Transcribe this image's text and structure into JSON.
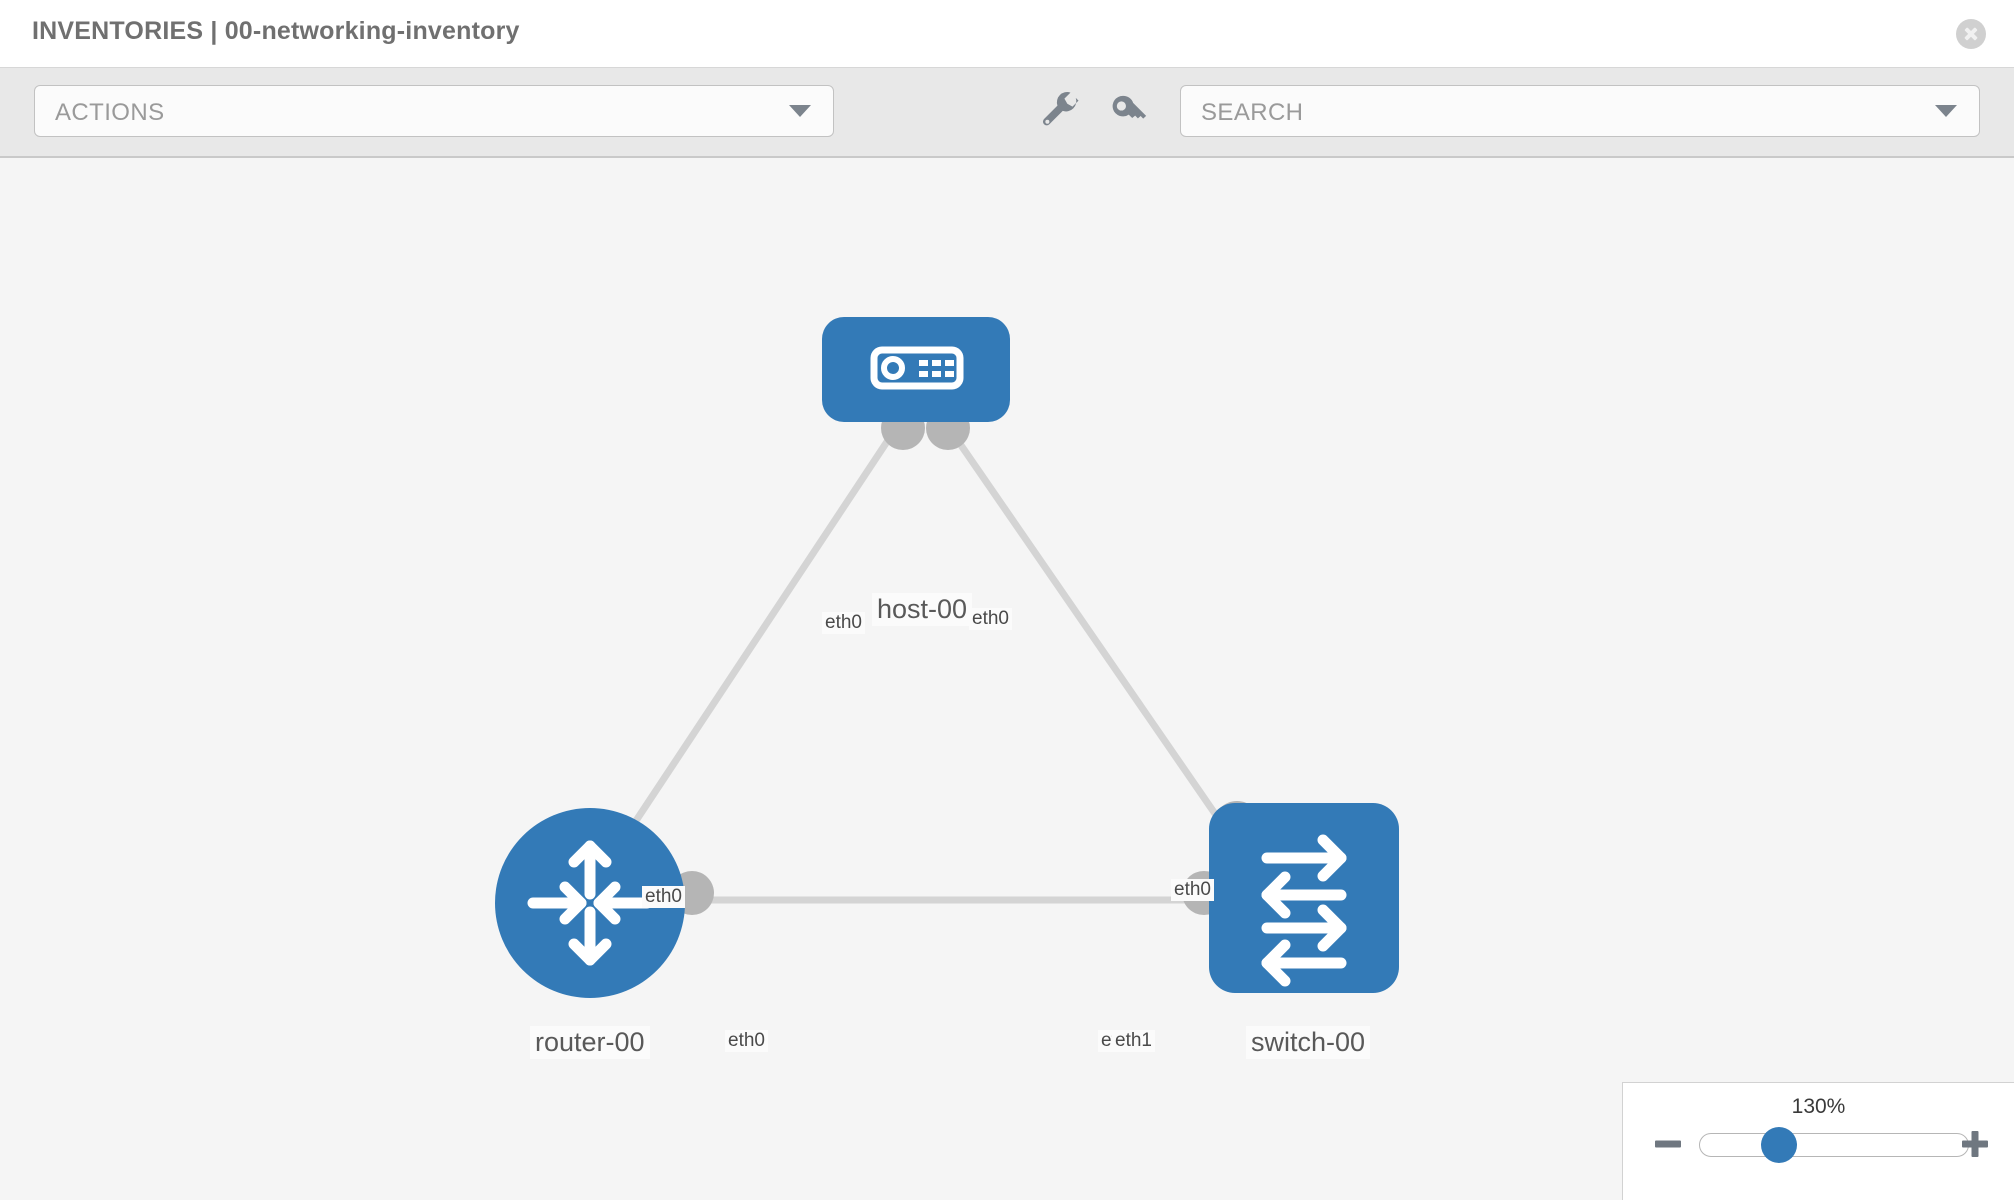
{
  "header": {
    "title": "INVENTORIES | 00-networking-inventory",
    "close_icon": "close-circle-icon"
  },
  "toolbar": {
    "actions_label": "ACTIONS",
    "actions_caret_icon": "chevron-down-icon",
    "wrench_icon": "wrench-icon",
    "key_icon": "key-icon",
    "search_placeholder": "SEARCH",
    "search_value": "",
    "search_caret_icon": "chevron-down-icon"
  },
  "topology": {
    "nodes": [
      {
        "id": "host-00",
        "label": "host-00",
        "type": "host",
        "icon": "server-icon",
        "color": "#337ab7"
      },
      {
        "id": "router-00",
        "label": "router-00",
        "type": "router",
        "icon": "router-icon",
        "color": "#337ab7"
      },
      {
        "id": "switch-00",
        "label": "switch-00",
        "type": "switch",
        "icon": "switch-icon",
        "color": "#337ab7"
      }
    ],
    "links": [
      {
        "from": "host-00",
        "to": "router-00",
        "from_iface": "eth0",
        "to_iface": "eth0"
      },
      {
        "from": "host-00",
        "to": "switch-00",
        "from_iface": "eth0",
        "to_iface": "eth0"
      },
      {
        "from": "router-00",
        "to": "switch-00",
        "from_iface": "eth0",
        "to_iface_a": "eth0",
        "to_iface_b": "eth1"
      }
    ],
    "interface_labels": {
      "host_left": "eth0",
      "host_right": "eth0",
      "router_uplink": "eth0",
      "switch_uplink": "eth0",
      "router_mid": "eth0",
      "switch_mid_a": "eth0",
      "switch_mid_b": "eth1"
    },
    "link_color": "#d4d4d4",
    "connector_color": "#b5b5b5"
  },
  "zoom_control": {
    "value": "130%",
    "minus_label": "zoom-out",
    "plus_label": "zoom-in"
  }
}
